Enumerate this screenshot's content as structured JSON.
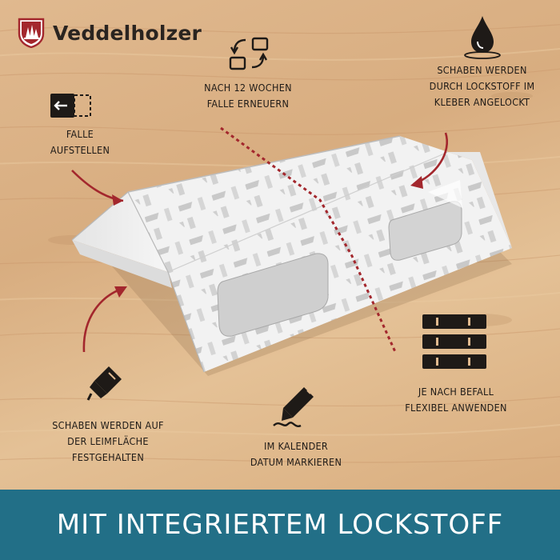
{
  "brand": {
    "name": "Veddelholzer",
    "logo_icon": "forest-crest-icon"
  },
  "steps": {
    "renew": {
      "lines": [
        "NACH 12 WOCHEN",
        "FALLE ERNEUERN"
      ],
      "icon": "swap-arrows-icon"
    },
    "setup": {
      "lines": [
        "FALLE",
        "AUFSTELLEN"
      ],
      "icon": "insert-trap-icon"
    },
    "lure": {
      "lines": [
        "SCHABEN WERDEN",
        "DURCH LOCKSTOFF IM",
        "KLEBER ANGELOCKT"
      ],
      "icon": "drop-icon"
    },
    "stack": {
      "lines": [
        "JE NACH BEFALL",
        "FLEXIBEL ANWENDEN"
      ],
      "icon": "stacked-traps-icon"
    },
    "glue": {
      "lines": [
        "SCHABEN WERDEN AUF",
        "DER LEIMFLÄCHE",
        "FESTGEHALTEN"
      ],
      "icon": "glue-tube-icon"
    },
    "date": {
      "lines": [
        "IM KALENDER",
        "DATUM MARKIEREN"
      ],
      "icon": "pen-write-icon"
    }
  },
  "banner": {
    "text": "MIT INTEGRIERTEM LOCKSTOFF"
  },
  "colors": {
    "accent_red": "#a3272d",
    "banner": "#226f87",
    "wood": "#dcb386",
    "ink": "#1e1a17"
  }
}
